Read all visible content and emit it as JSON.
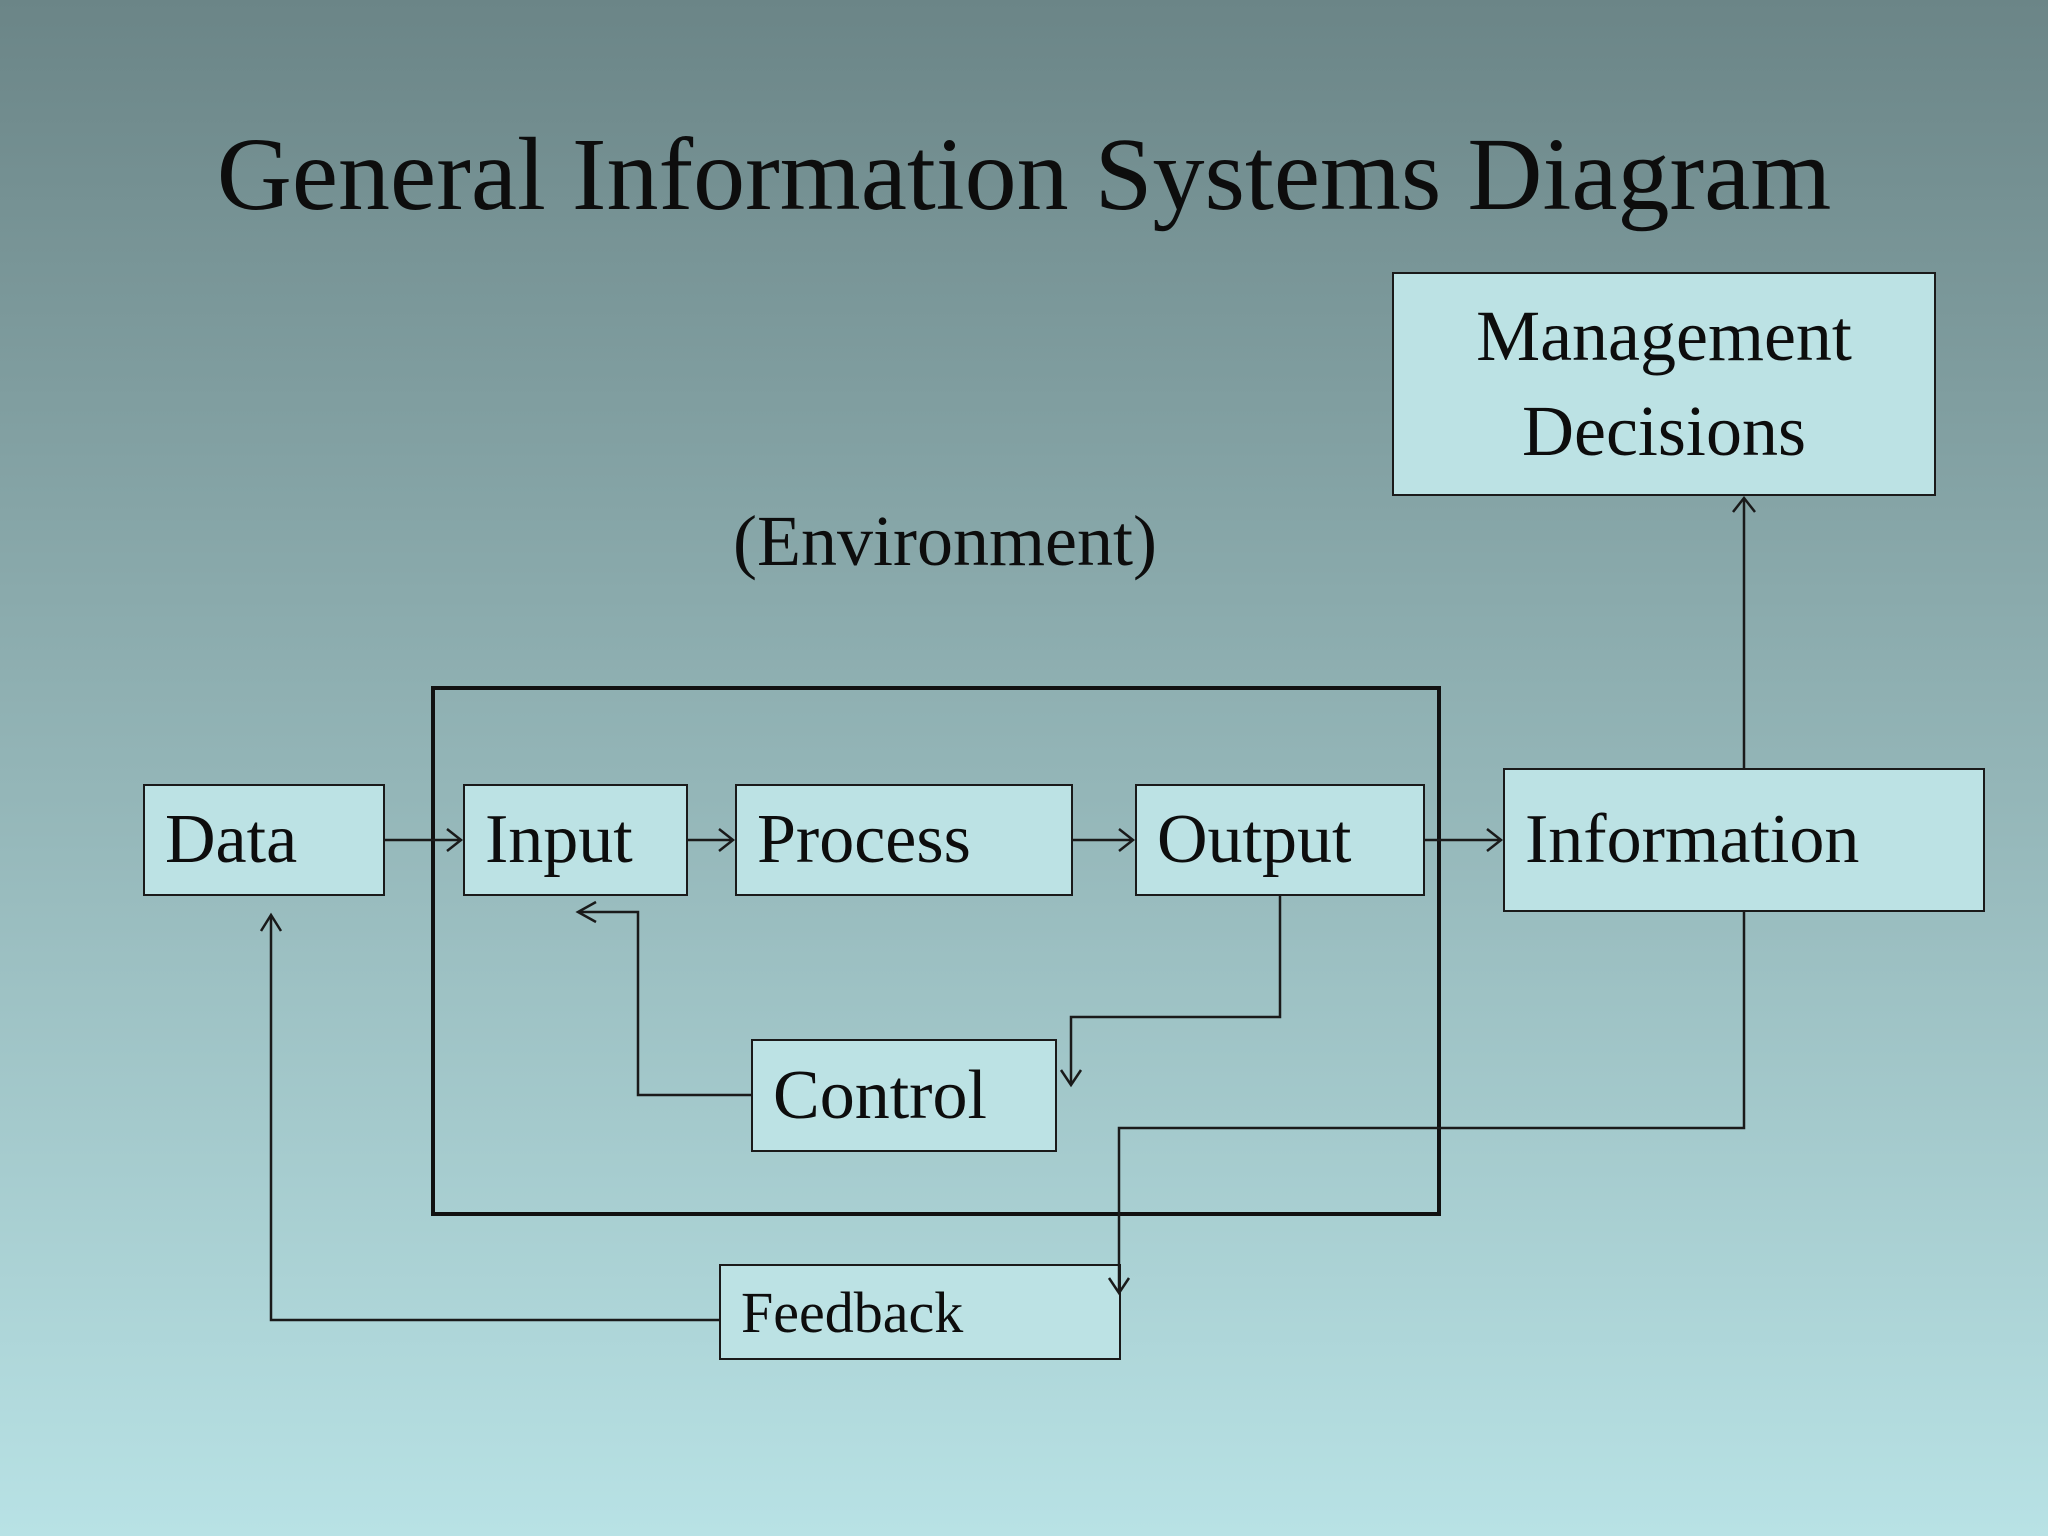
{
  "title": "General Information Systems Diagram",
  "environment_label": "(Environment)",
  "nodes": {
    "management": "Management\nDecisions",
    "data": "Data",
    "input": "Input",
    "process": "Process",
    "output": "Output",
    "information": "Information",
    "control": "Control",
    "feedback": "Feedback"
  },
  "colors": {
    "box_fill": "#bce2e4",
    "line": "#1a1a1a",
    "background_top": "#6b8587",
    "background_bottom": "#b8e2e5"
  }
}
